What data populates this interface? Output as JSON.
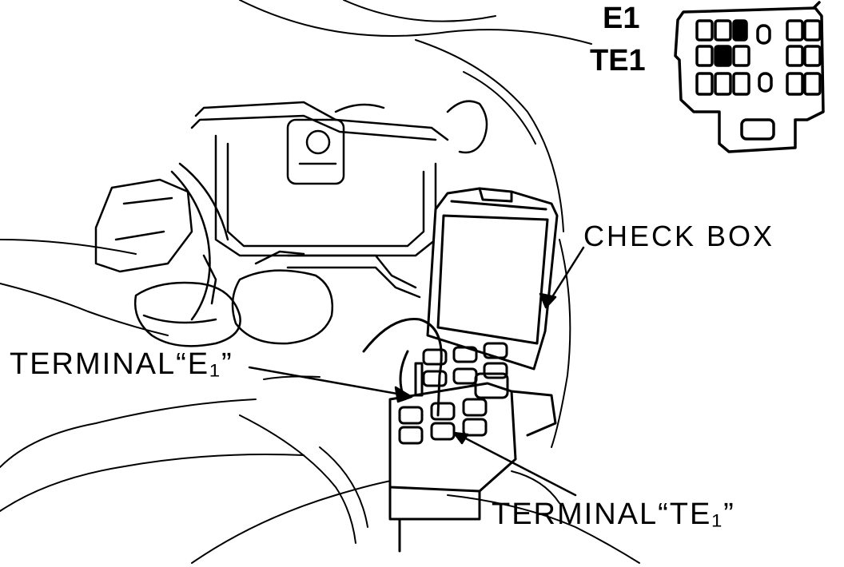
{
  "labels": {
    "e1": "E1",
    "te1": "TE1",
    "check_box": "CHECK BOX",
    "terminal_e1": "TERMINAL“E₁”",
    "terminal_te1": "TERMINAL“TE₁”"
  },
  "icons": {
    "connector_pinout": "connector-pinout-icon",
    "jumper_wire": "jumper-wire-icon"
  },
  "colors": {
    "ink": "#000000",
    "paper": "#ffffff"
  }
}
